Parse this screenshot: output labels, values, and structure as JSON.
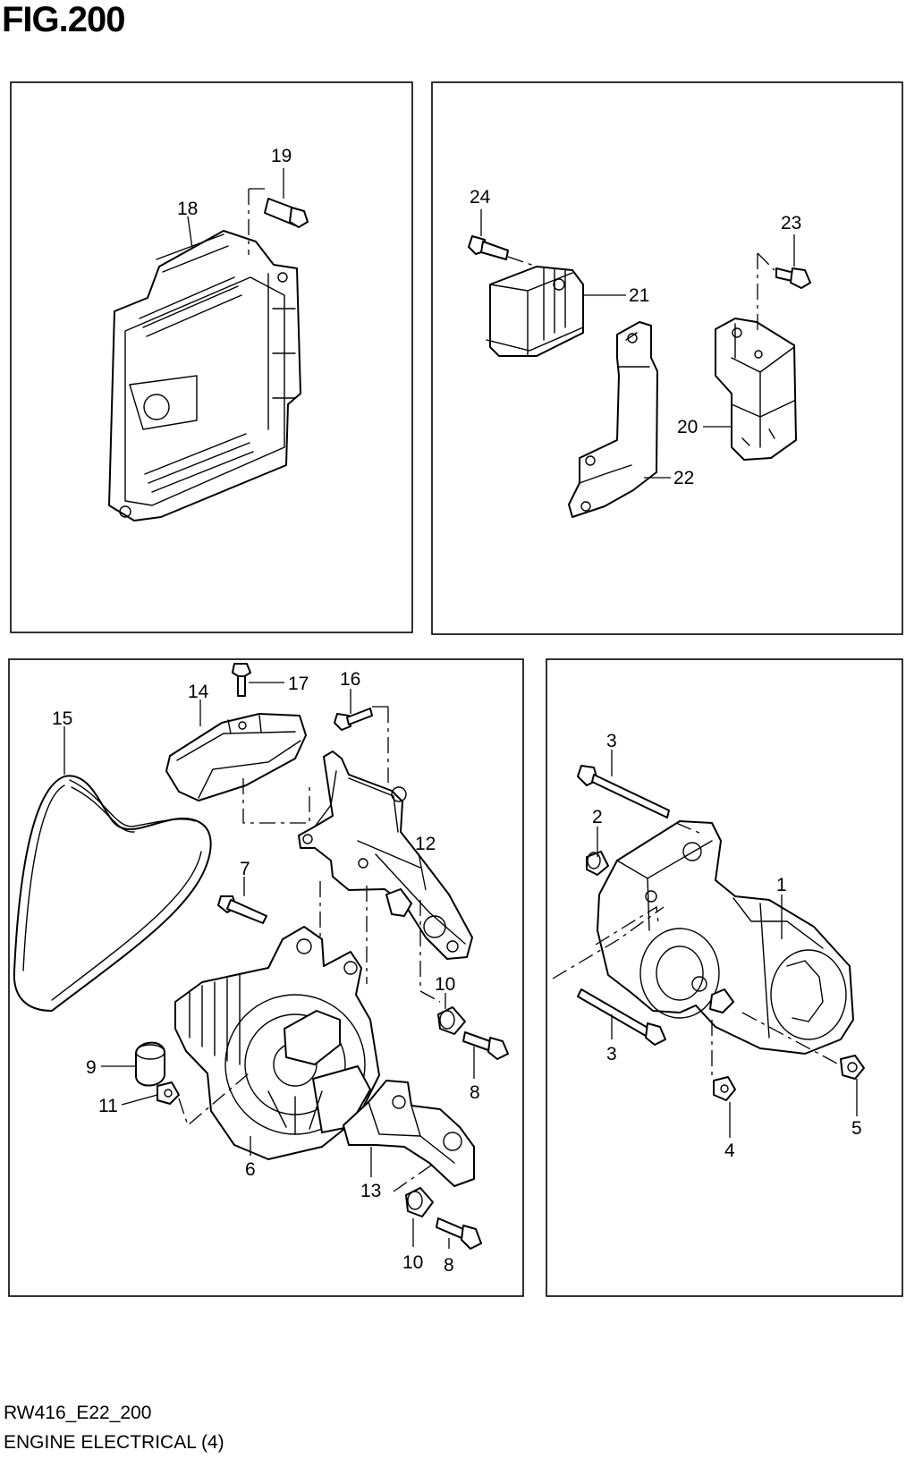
{
  "figure": {
    "title": "FIG.200"
  },
  "footer": {
    "code": "RW416_E22_200",
    "title": "ENGINE ELECTRICAL (4)"
  },
  "callouts": {
    "c1": "1",
    "c2": "2",
    "c3a": "3",
    "c3b": "3",
    "c4": "4",
    "c5": "5",
    "c6": "6",
    "c7": "7",
    "c8a": "8",
    "c8b": "8",
    "c9": "9",
    "c10a": "10",
    "c10b": "10",
    "c11": "11",
    "c12": "12",
    "c13": "13",
    "c14": "14",
    "c15": "15",
    "c16": "16",
    "c17": "17",
    "c18": "18",
    "c19": "19",
    "c20": "20",
    "c21": "21",
    "c22": "22",
    "c23": "23",
    "c24": "24"
  }
}
